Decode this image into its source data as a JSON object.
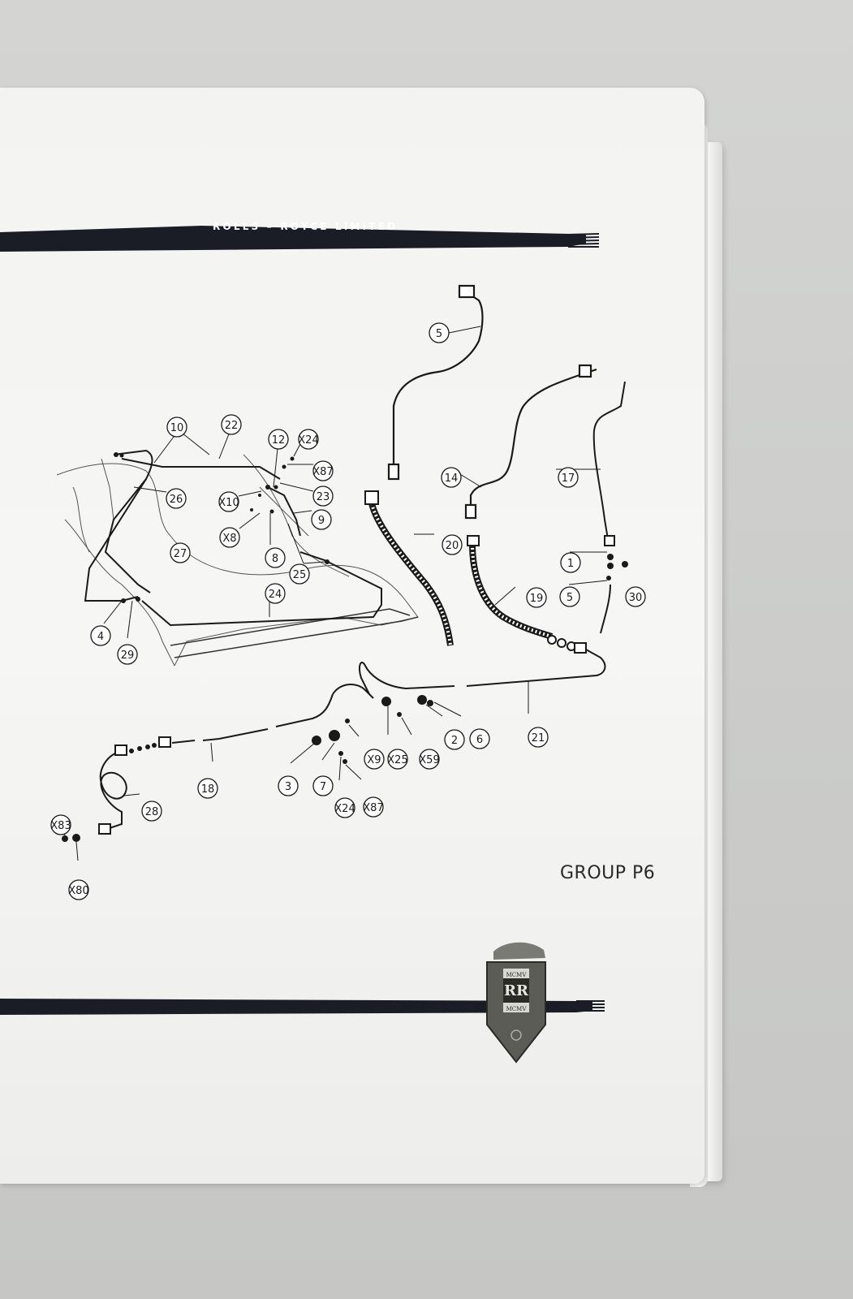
{
  "header": {
    "company": "ROLLS – ROYCE LIMITED"
  },
  "group_label": "GROUP P6",
  "badge": {
    "top_text": "MCMV",
    "monogram": "RR",
    "bottom_text": "MCMV"
  },
  "callouts": [
    {
      "label": "5"
    },
    {
      "label": "10"
    },
    {
      "label": "22"
    },
    {
      "label": "12"
    },
    {
      "label": "X24"
    },
    {
      "label": "X87"
    },
    {
      "label": "23"
    },
    {
      "label": "26"
    },
    {
      "label": "X10"
    },
    {
      "label": "9"
    },
    {
      "label": "X8"
    },
    {
      "label": "27"
    },
    {
      "label": "8"
    },
    {
      "label": "25"
    },
    {
      "label": "24"
    },
    {
      "label": "4"
    },
    {
      "label": "29"
    },
    {
      "label": "14"
    },
    {
      "label": "17"
    },
    {
      "label": "20"
    },
    {
      "label": "1"
    },
    {
      "label": "5"
    },
    {
      "label": "30"
    },
    {
      "label": "19"
    },
    {
      "label": "21"
    },
    {
      "label": "2"
    },
    {
      "label": "6"
    },
    {
      "label": "X9"
    },
    {
      "label": "X25"
    },
    {
      "label": "X59"
    },
    {
      "label": "3"
    },
    {
      "label": "7"
    },
    {
      "label": "X24"
    },
    {
      "label": "X87"
    },
    {
      "label": "18"
    },
    {
      "label": "28"
    },
    {
      "label": "X83"
    },
    {
      "label": "X80"
    }
  ]
}
